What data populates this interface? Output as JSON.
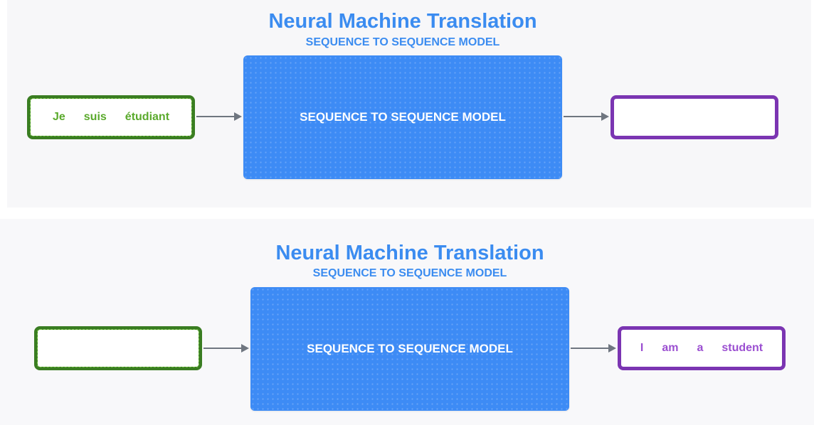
{
  "colors": {
    "title": "#3b8cf0",
    "model_fill": "#3d8bf5",
    "input_border": "#3a7d22",
    "input_text": "#5aaa2c",
    "output_border": "#7b35b2",
    "output_text": "#9b4fd1",
    "arrow": "#6f7680"
  },
  "panels": [
    {
      "title": "Neural Machine Translation",
      "subtitle": "SEQUENCE TO SEQUENCE MODEL",
      "model_label": "SEQUENCE TO SEQUENCE MODEL",
      "input_tokens": [
        "Je",
        "suis",
        "étudiant"
      ],
      "output_tokens": []
    },
    {
      "title": "Neural Machine Translation",
      "subtitle": "SEQUENCE TO SEQUENCE MODEL",
      "model_label": "SEQUENCE TO SEQUENCE MODEL",
      "input_tokens": [],
      "output_tokens": [
        "I",
        "am",
        "a",
        "student"
      ]
    }
  ]
}
